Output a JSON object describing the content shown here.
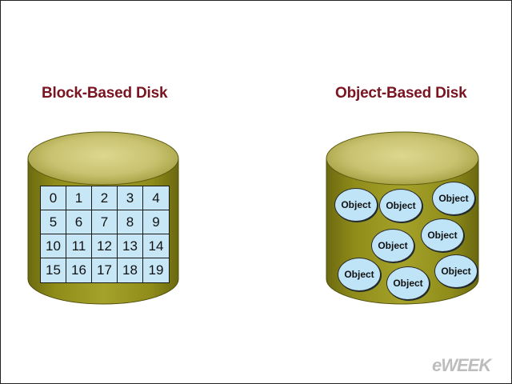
{
  "titles": {
    "block": "Block-Based Disk",
    "object": "Object-Based Disk"
  },
  "block_grid": [
    "0",
    "1",
    "2",
    "3",
    "4",
    "5",
    "6",
    "7",
    "8",
    "9",
    "10",
    "11",
    "12",
    "13",
    "14",
    "15",
    "16",
    "17",
    "18",
    "19"
  ],
  "object_label": "Object",
  "watermark": "eWEEK",
  "colors": {
    "title": "#7a1420",
    "disk_body": "#8c8a18",
    "disk_top": "#cfc97a",
    "cell_fill": "#c7e7f7",
    "object_fill": "#bfe4f7"
  }
}
